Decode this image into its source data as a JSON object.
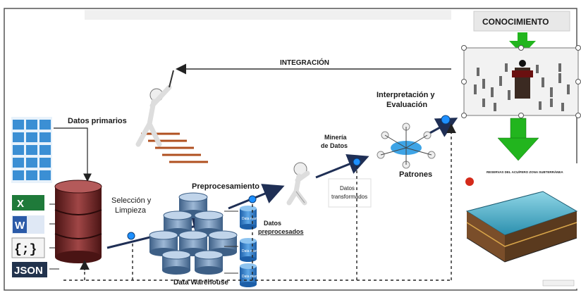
{
  "labels": {
    "conocimiento": "CONOCIMIENTO",
    "integracion": "INTEGRACIÓN",
    "datos_primarios": "Datos primarios",
    "seleccion_1": "Selección y",
    "seleccion_2": "Limpieza",
    "preprocesamiento": "Preprocesamiento",
    "data_warehouse": "Data Warehouse",
    "datos_preprocesados_1": "Datos",
    "datos_preprocesados_2": "preprocesados",
    "mineria_1": "Minería",
    "mineria_2": "de Datos",
    "datos_transformados_1": "Datos",
    "datos_transformados_2": "transformados",
    "interpretacion_1": "Interpretación y",
    "interpretacion_2": "Evaluación",
    "patrones": "Patrones",
    "json_icon": "JSON",
    "braces_icon": "{;}",
    "word_icon": "W",
    "excel_icon": "X",
    "small_cylinder": "Data mart",
    "map_title": "RESERVAS DEL ACUÍFERO ZONA SUBTERRÁNEA"
  },
  "colors": {
    "arrow_blue": "#1f4e8c",
    "node_blue": "#1e90ff",
    "green_arrow": "#22b51e",
    "db_red": "#7a2a2a",
    "cylinder_blue": "#5a7fa6"
  },
  "icons": [
    "file-grid-icon",
    "excel-icon",
    "word-icon",
    "braces-icon",
    "json-icon",
    "database-icon",
    "person-climbing-icon",
    "person-thinking-icon",
    "network-people-icon",
    "crowd-icon",
    "terrain-map-icon"
  ]
}
